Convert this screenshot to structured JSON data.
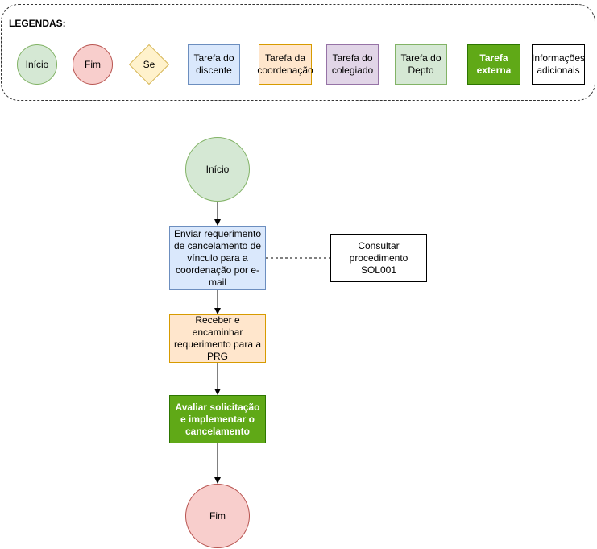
{
  "legend": {
    "title": "LEGENDAS:",
    "items": [
      {
        "shape": "circle",
        "label": "Início",
        "color": "#d5e8d4"
      },
      {
        "shape": "circle",
        "label": "Fim",
        "color": "#f8cecc"
      },
      {
        "shape": "diamond",
        "label": "Se",
        "color": "#fff2cc"
      },
      {
        "shape": "rect",
        "label": "Tarefa do discente",
        "color": "#dae8fc"
      },
      {
        "shape": "rect",
        "label": "Tarefa da coordenação",
        "color": "#ffe6cc"
      },
      {
        "shape": "rect",
        "label": "Tarefa do colegiado",
        "color": "#e1d5e7"
      },
      {
        "shape": "rect",
        "label": "Tarefa do Depto",
        "color": "#d5e8d4"
      },
      {
        "shape": "rect",
        "label": "Tarefa externa",
        "color": "#60a917"
      },
      {
        "shape": "rect",
        "label": "Informações adicionais",
        "color": "#ffffff"
      }
    ]
  },
  "flow": {
    "start": "Início",
    "step1": "Enviar requerimento de cancelamento de vínculo para a coordenação por e-mail",
    "note": "Consultar procedimento SOL001",
    "step2": "Receber e encaminhar requerimento para a PRG",
    "step3": "Avaliar solicitação e implementar o cancelamento",
    "end": "Fim"
  }
}
